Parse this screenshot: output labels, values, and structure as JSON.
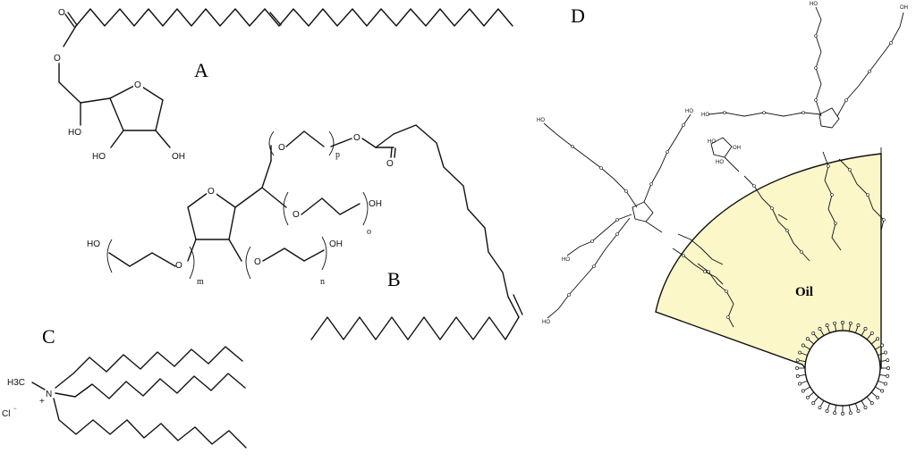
{
  "panels": {
    "a": {
      "label": "A"
    },
    "b": {
      "label": "B"
    },
    "c": {
      "label": "C"
    },
    "d": {
      "label": "D",
      "oil_label": "Oil"
    }
  },
  "atoms": {
    "O": "O",
    "HO": "HO",
    "OH": "OH",
    "H3C": "H3C",
    "N": "N",
    "Cl": "Cl",
    "plus": "+",
    "minus": "−"
  },
  "subscripts": {
    "p": "p",
    "o": "o",
    "m": "m",
    "n": "n"
  },
  "colors": {
    "oil_fill": "#fbf7c9",
    "ink": "#111111"
  }
}
